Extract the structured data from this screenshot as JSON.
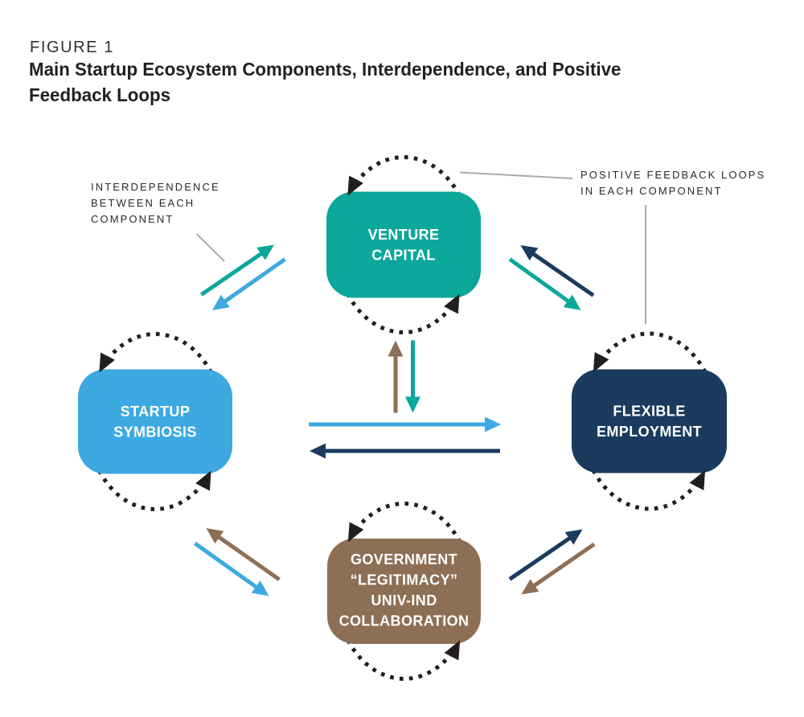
{
  "figure": {
    "label": "FIGURE 1",
    "title_lines": [
      "Main Startup Ecosystem Components, Interdependence, and Positive",
      "Feedback Loops"
    ]
  },
  "colors": {
    "teal": "#0ba79b",
    "blue": "#3da9e0",
    "navy": "#1a3a5e",
    "brown": "#8c6f55",
    "ink": "#221e1f",
    "gray_line": "#a8aaad",
    "node_label": "#ffffff"
  },
  "nodes": [
    {
      "id": "venture-capital",
      "lines": [
        "VENTURE",
        "CAPITAL"
      ]
    },
    {
      "id": "startup-symbiosis",
      "lines": [
        "STARTUP",
        "SYMBIOSIS"
      ]
    },
    {
      "id": "flexible-employment",
      "lines": [
        "FLEXIBLE",
        "EMPLOYMENT"
      ]
    },
    {
      "id": "government-legitimacy",
      "lines": [
        "GOVERNMENT",
        "“LEGITIMACY”",
        "UNIV-IND",
        "COLLABORATION"
      ]
    }
  ],
  "annotations": {
    "interdependence": {
      "lines": [
        "INTERDEPENDENCE",
        "BETWEEN EACH",
        "COMPONENT"
      ]
    },
    "positive_feedback": {
      "lines": [
        "POSITIVE FEEDBACK LOOPS",
        "IN EACH COMPONENT"
      ]
    }
  }
}
